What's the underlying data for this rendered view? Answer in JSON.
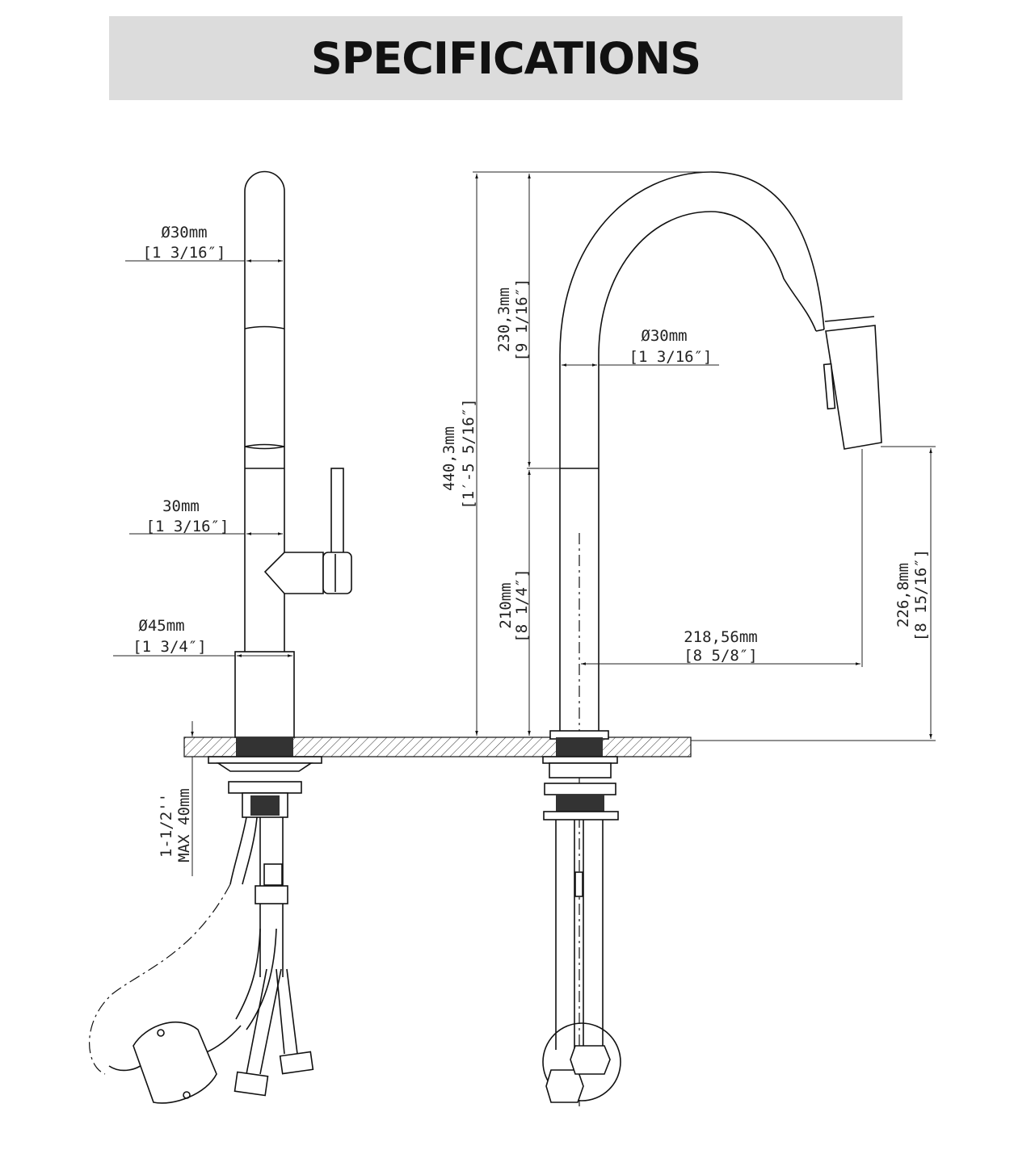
{
  "header": {
    "title": "SPECIFICATIONS"
  },
  "side_view": {
    "spout_diameter": {
      "mm": "Ø30mm",
      "inch": "[1 3/16″]"
    },
    "body_width": {
      "mm": "30mm",
      "inch": "[1 3/16″]"
    },
    "base_diameter": {
      "mm": "Ø45mm",
      "inch": "[1 3/4″]"
    },
    "max_deck": {
      "inch": "1-1/2''",
      "mm": "MAX 40mm"
    }
  },
  "front_view": {
    "total_height": {
      "mm": "440,3mm",
      "inch": "[1′-5 5/16″]"
    },
    "upper_height": {
      "mm": "230,3mm",
      "inch": "[9 1/16″]"
    },
    "lower_height": {
      "mm": "210mm",
      "inch": "[8 1/4″]"
    },
    "spout_diameter": {
      "mm": "Ø30mm",
      "inch": "[1 3/16″]"
    },
    "reach": {
      "mm": "218,56mm",
      "inch": "[8 5/8″]"
    },
    "spout_height": {
      "mm": "226,8mm",
      "inch": "[8 15/16″]"
    }
  }
}
